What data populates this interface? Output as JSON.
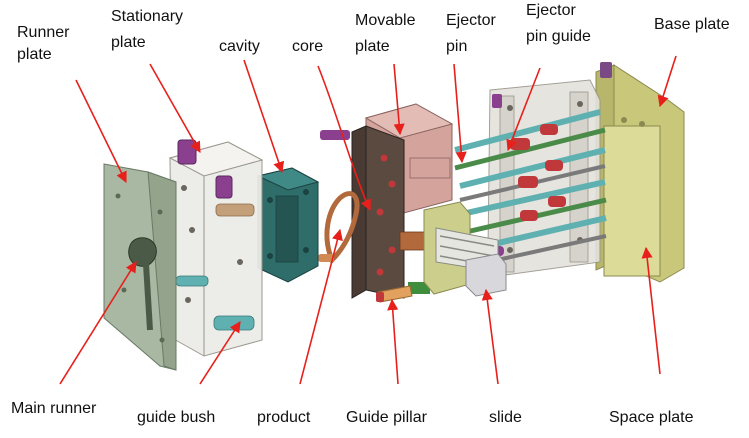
{
  "labels": {
    "runner_plate": [
      "Runner",
      "plate"
    ],
    "stationary_plate": [
      "Stationary",
      "plate"
    ],
    "cavity": "cavity",
    "core": "core",
    "movable_plate": [
      "Movable",
      "plate"
    ],
    "ejector_pin": [
      "Ejector",
      "pin"
    ],
    "ejector_pin_guide": [
      "Ejector",
      "pin guide"
    ],
    "base_plate": "Base plate",
    "main_runner": "Main runner",
    "guide_bush": "guide bush",
    "product": "product",
    "guide_pillar": "Guide pillar",
    "slide": "slide",
    "space_plate": "Space plate"
  },
  "colors": {
    "arrow": "#e8201c",
    "label_text": "#111111",
    "runner_plate": "#a9b8a2",
    "stationary_plate": "#e9e6e1",
    "cavity": "#2f6d6a",
    "core": "#b26a3c",
    "movable_plate": "#cf9d96",
    "slide": "#cccf8c",
    "base_plate": "#d7d58b",
    "pillar": "#e2a15e",
    "pin_cyan": "#5fb0b0",
    "pin_purple": "#8a3f8f",
    "pin_red": "#c0383a"
  }
}
